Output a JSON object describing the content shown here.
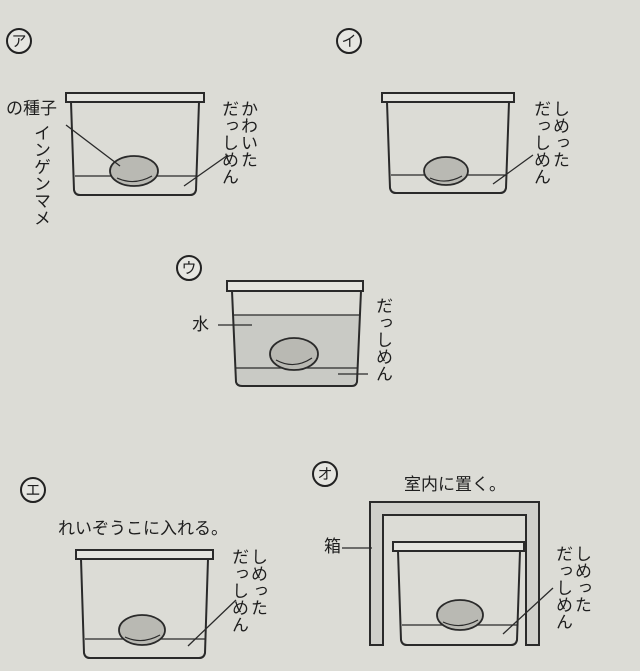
{
  "panels": {
    "a": {
      "badge": "ア",
      "seed_label_1": "インゲンマメ",
      "seed_label_2": "の種子",
      "cotton": "かわいた\nだっしめん"
    },
    "i": {
      "badge": "イ",
      "cotton": "しめった\nだっしめん"
    },
    "u": {
      "badge": "ウ",
      "water": "水",
      "cotton": "だっしめん"
    },
    "e": {
      "badge": "エ",
      "caption": "れいぞうこに入れる。",
      "cotton": "しめった\nだっしめん"
    },
    "o": {
      "badge": "オ",
      "caption": "室内に置く。",
      "box": "箱",
      "cotton": "しめった\nだっしめん"
    }
  },
  "colors": {
    "background": "#dcdcd6",
    "line": "#2a2a2a",
    "water": "#c9cac5",
    "seed": "#b9b9b3",
    "box_fill": "#cfcfca"
  }
}
